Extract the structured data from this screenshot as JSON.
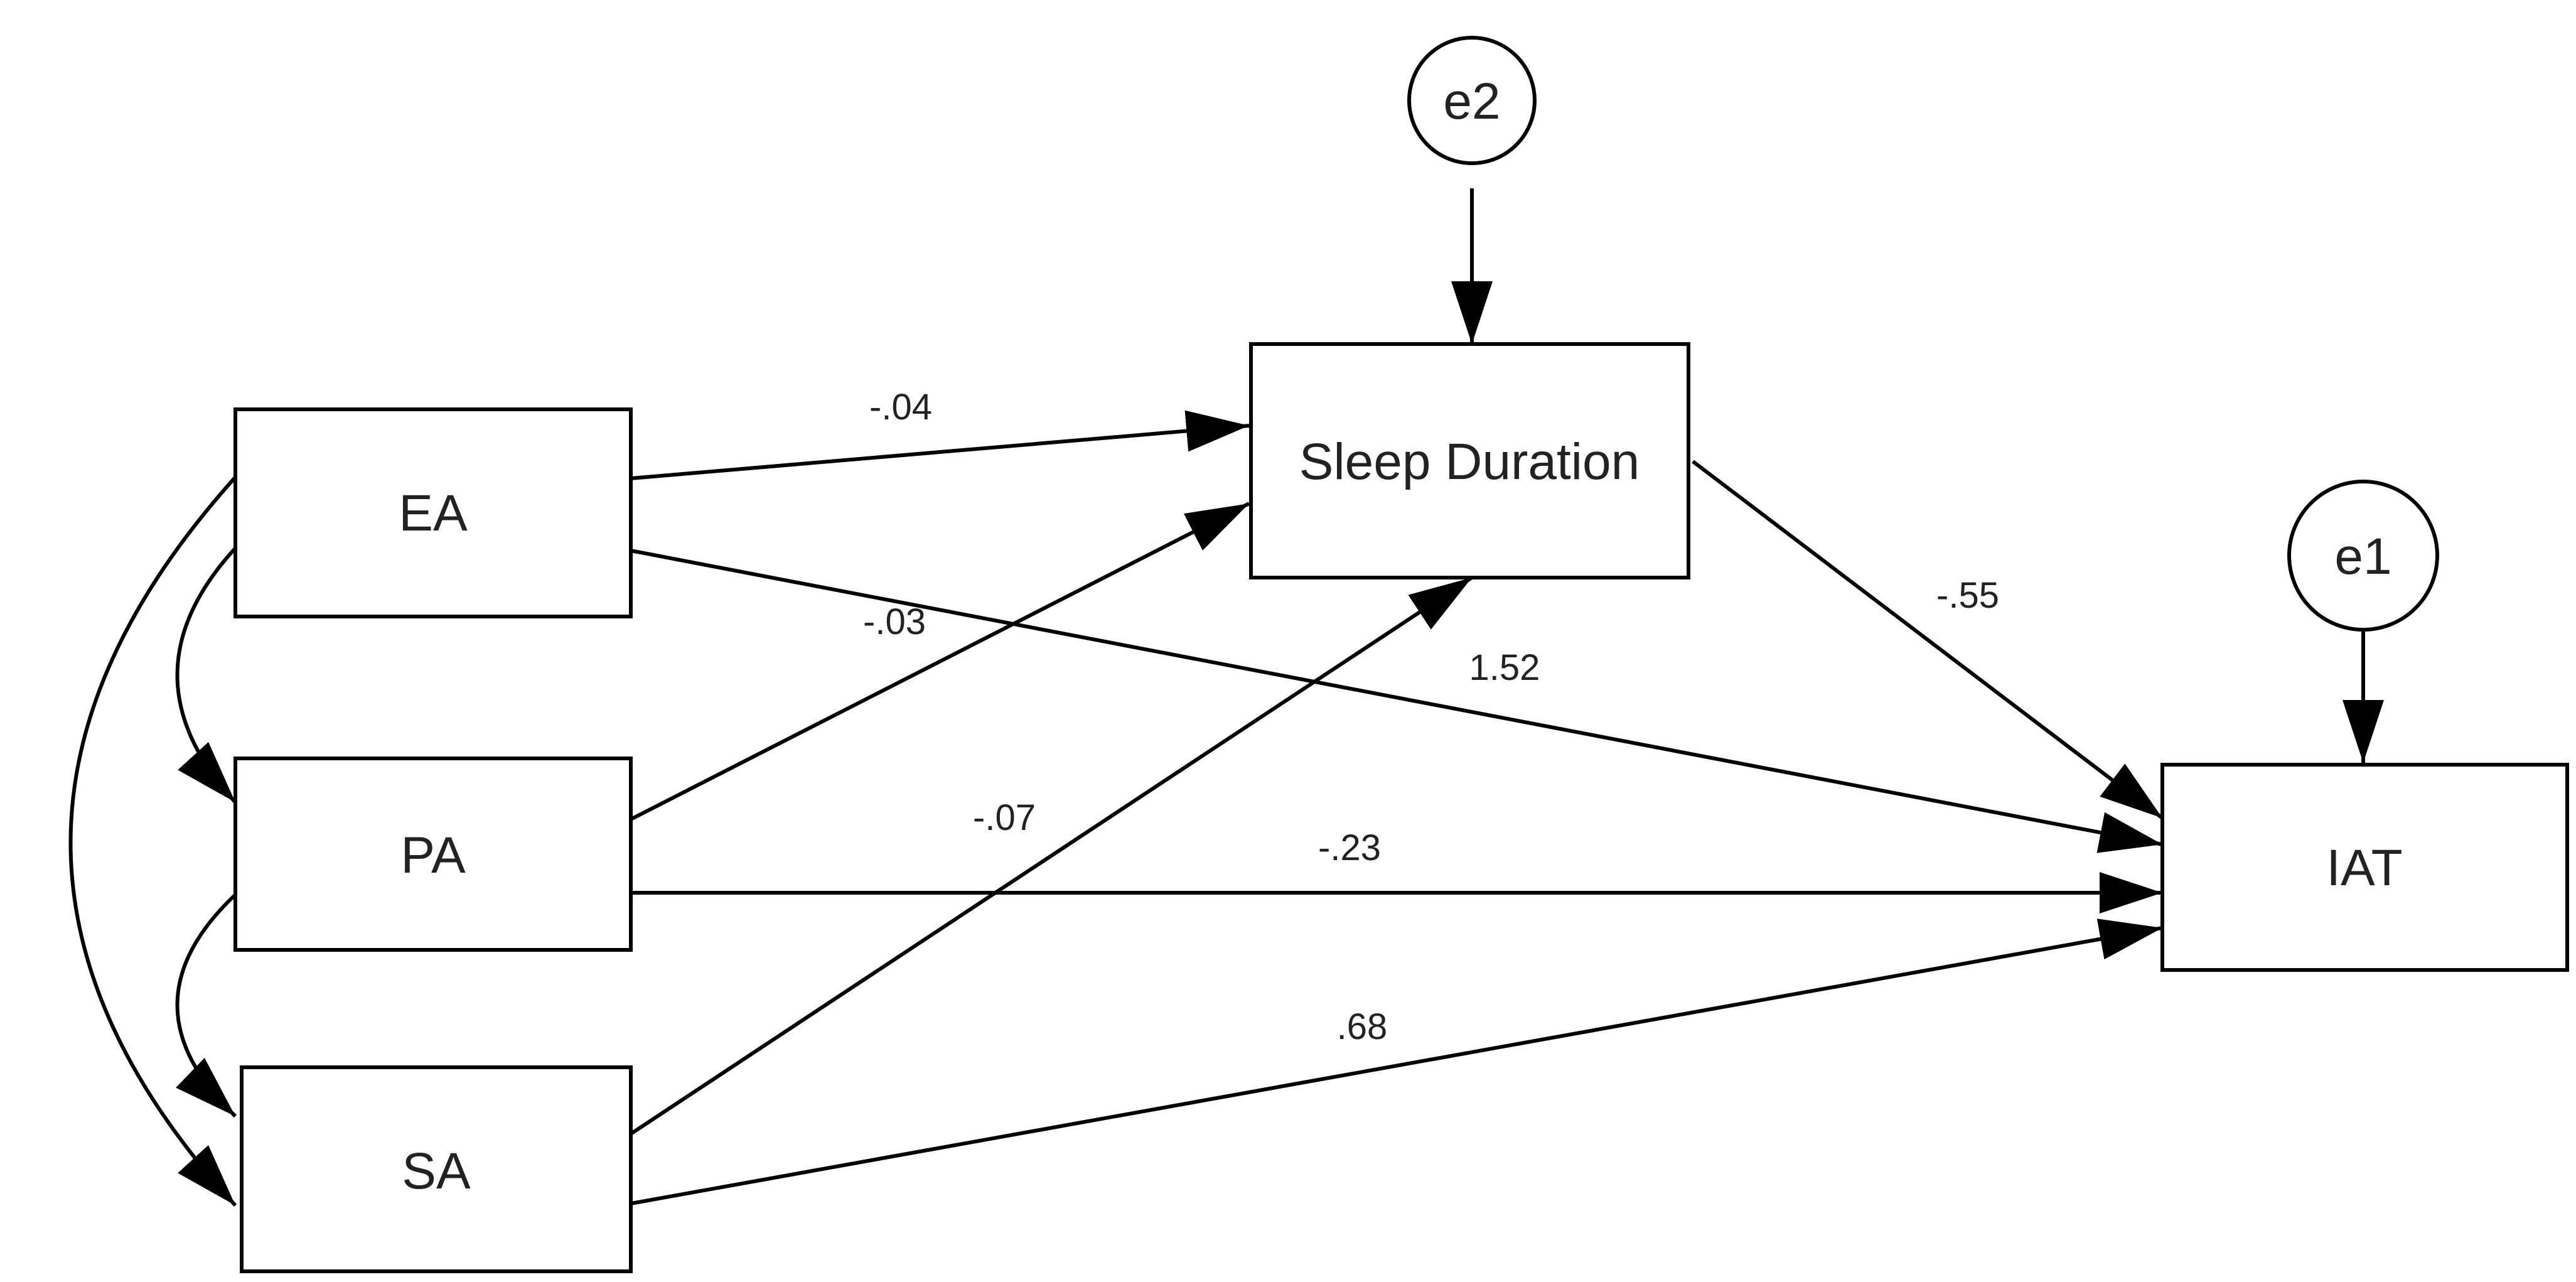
{
  "nodes": {
    "ea": "EA",
    "pa": "PA",
    "sa": "SA",
    "sleep": "Sleep Duration",
    "iat": "IAT",
    "e2": "e2",
    "e1": "e1"
  },
  "paths": {
    "ea_sleep": "-.04",
    "pa_sleep": "-.03",
    "sa_sleep": "-.07",
    "sleep_iat": "-.55",
    "ea_iat": "1.52",
    "pa_iat": "-.23",
    "sa_iat": ".68"
  }
}
